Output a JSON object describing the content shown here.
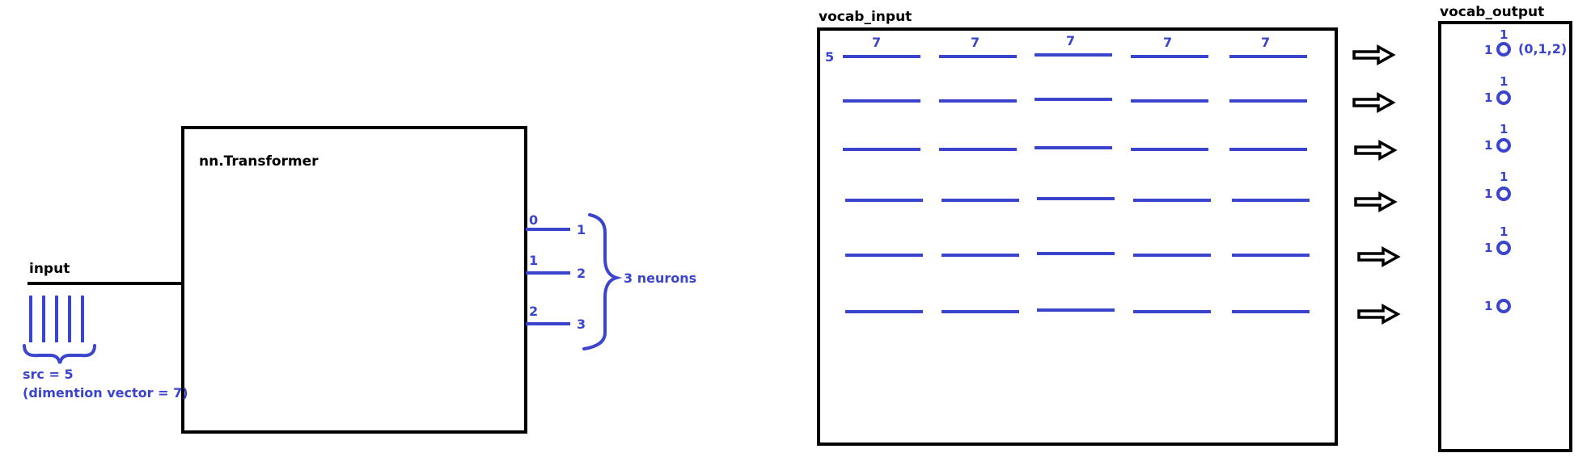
{
  "colors": {
    "ink": "#000000",
    "accent": "#3b44cc",
    "background": "#ffffff"
  },
  "left_diagram": {
    "input_label": "input",
    "model_label": "nn.Transformer",
    "src_label": "src = 5",
    "dimension_label": "(dimention vector = 7)",
    "input_bars": 5,
    "outputs": [
      {
        "index": "0",
        "number": "1"
      },
      {
        "index": "1",
        "number": "2"
      },
      {
        "index": "2",
        "number": "3"
      }
    ],
    "neurons_label": "3 neurons"
  },
  "vocab_input": {
    "title": "vocab_input",
    "row_label": "5",
    "column_labels": [
      "7",
      "7",
      "7",
      "7",
      "7"
    ],
    "rows": 6
  },
  "vocab_output": {
    "title": "vocab_output",
    "nodes": [
      {
        "top": "1",
        "left": "1"
      },
      {
        "top": "1",
        "left": "1"
      },
      {
        "top": "1",
        "left": "1"
      },
      {
        "top": "1",
        "left": "1"
      },
      {
        "top": "1",
        "left": "1"
      },
      {
        "top": "",
        "left": "1"
      }
    ],
    "first_node_note": "(0,1,2)"
  }
}
